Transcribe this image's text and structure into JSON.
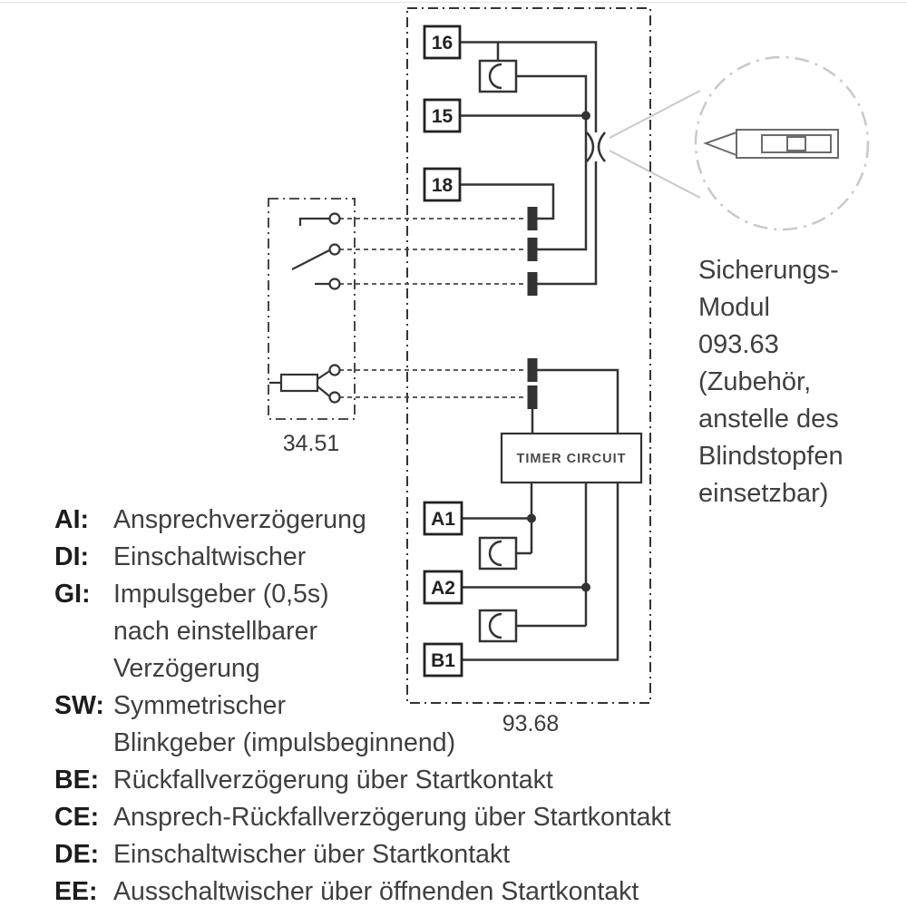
{
  "diagram": {
    "socket_label": "93.68",
    "relay_label": "34.51",
    "timer_label": "TIMER CIRCUIT",
    "terminals": {
      "t16": "16",
      "t15": "15",
      "t18": "18",
      "a1": "A1",
      "a2": "A2",
      "b1": "B1"
    },
    "fuse_module_note": {
      "line1": "Sicherungs-",
      "line2": "Modul",
      "line3": "093.63",
      "line4": "(Zubehör,",
      "line5": "anstelle des",
      "line6": "Blindstopfen",
      "line7": "einsetzbar)"
    },
    "colors": {
      "wire": "#333333",
      "callout_gray": "#c9c9c9",
      "text_gray": "#3f3f3f"
    }
  },
  "legend": {
    "items": [
      {
        "abbr": "AI:",
        "lines": [
          "Ansprechverzögerung"
        ]
      },
      {
        "abbr": "DI:",
        "lines": [
          "Einschaltwischer"
        ]
      },
      {
        "abbr": "GI:",
        "lines": [
          "Impulsgeber (0,5s)",
          "nach einstellbarer",
          "Verzögerung"
        ]
      },
      {
        "abbr": "SW:",
        "lines": [
          "Symmetrischer",
          "Blinkgeber (impulsbeginnend)"
        ]
      },
      {
        "abbr": "BE:",
        "lines": [
          "Rückfallverzögerung über Startkontakt"
        ]
      },
      {
        "abbr": "CE:",
        "lines": [
          "Ansprech-Rückfallverzögerung über Startkontakt"
        ]
      },
      {
        "abbr": "DE:",
        "lines": [
          "Einschaltwischer über Startkontakt"
        ]
      },
      {
        "abbr": "EE:",
        "lines": [
          "Ausschaltwischer über öffnenden Startkontakt"
        ]
      }
    ]
  }
}
